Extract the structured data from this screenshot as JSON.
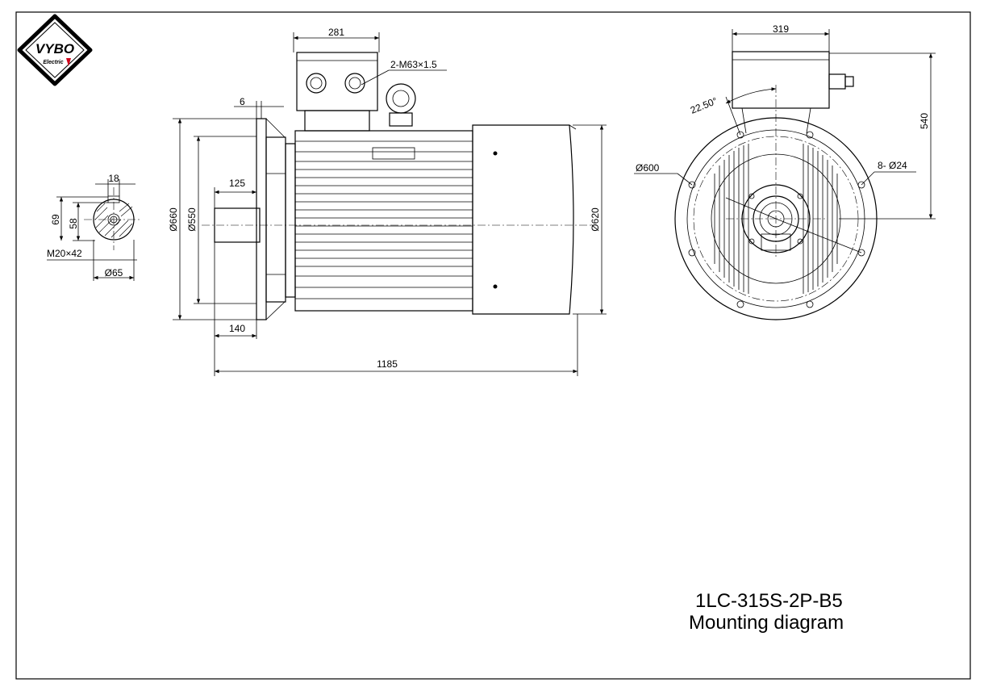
{
  "logo": {
    "brand": "VYBO",
    "sub": "Electric"
  },
  "title": {
    "model": "1LC-315S-2P-B5",
    "subtitle": "Mounting diagram"
  },
  "shaft_view": {
    "key_width": "18",
    "height_69": "69",
    "height_58": "58",
    "thread": "M20×42",
    "shaft_dia": "Ø65"
  },
  "side_view": {
    "box_width": "281",
    "gland": "2-M63×1.5",
    "flange_thk": "6",
    "shaft_len": "125",
    "dia_660": "Ø660",
    "dia_550": "Ø550",
    "dia_620": "Ø620",
    "flange_off": "140",
    "overall": "1185"
  },
  "end_view": {
    "box_width": "319",
    "angle": "22.50°",
    "pcd": "Ø600",
    "holes": "8- Ø24",
    "height": "540"
  }
}
